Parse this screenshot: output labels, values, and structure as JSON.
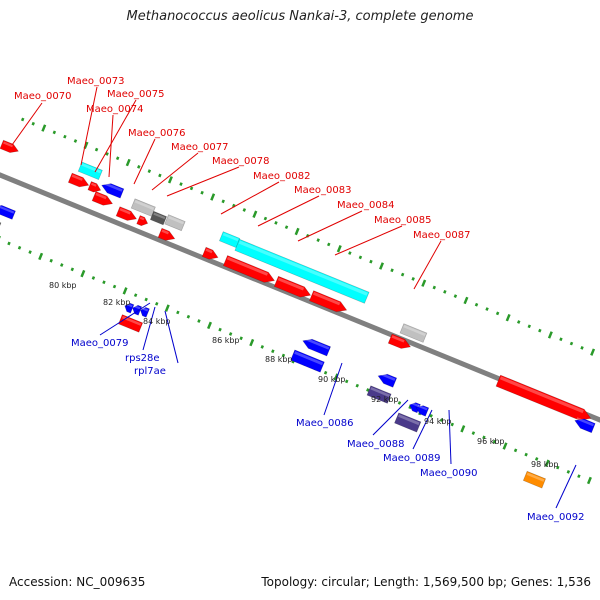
{
  "title": "Methanococcus aeolicus Nankai-3, complete genome",
  "footer": {
    "accession": "Accession: NC_009635",
    "summary": "Topology: circular; Length: 1,569,500 bp; Genes: 1,536"
  },
  "colors": {
    "cds_forward": "#ff0000",
    "cds_reverse": "#0000ff",
    "rna": "#00ffff",
    "pseudo": "#c0c0c0",
    "dark_gray": "#555555",
    "backbone": "#808080",
    "tick_marks": "#2a9a2a",
    "label_forward": "#e00000",
    "label_reverse": "#0000cc"
  },
  "scale_labels": [
    "80 kbp",
    "82 kbp",
    "84 kbp",
    "86 kbp",
    "88 kbp",
    "90 kbp",
    "92 kbp",
    "94 kbp",
    "96 kbp",
    "98 kbp"
  ],
  "forward_labels": [
    "Maeo_0070",
    "Maeo_0073",
    "Maeo_0075",
    "Maeo_0074",
    "Maeo_0076",
    "Maeo_0077",
    "Maeo_0078",
    "Maeo_0082",
    "Maeo_0083",
    "Maeo_0084",
    "Maeo_0085",
    "Maeo_0087"
  ],
  "reverse_labels": [
    "Maeo_0079",
    "rps28e",
    "rpl7ae",
    "Maeo_0086",
    "Maeo_0088",
    "Maeo_0089",
    "Maeo_0090",
    "Maeo_0092"
  ]
}
